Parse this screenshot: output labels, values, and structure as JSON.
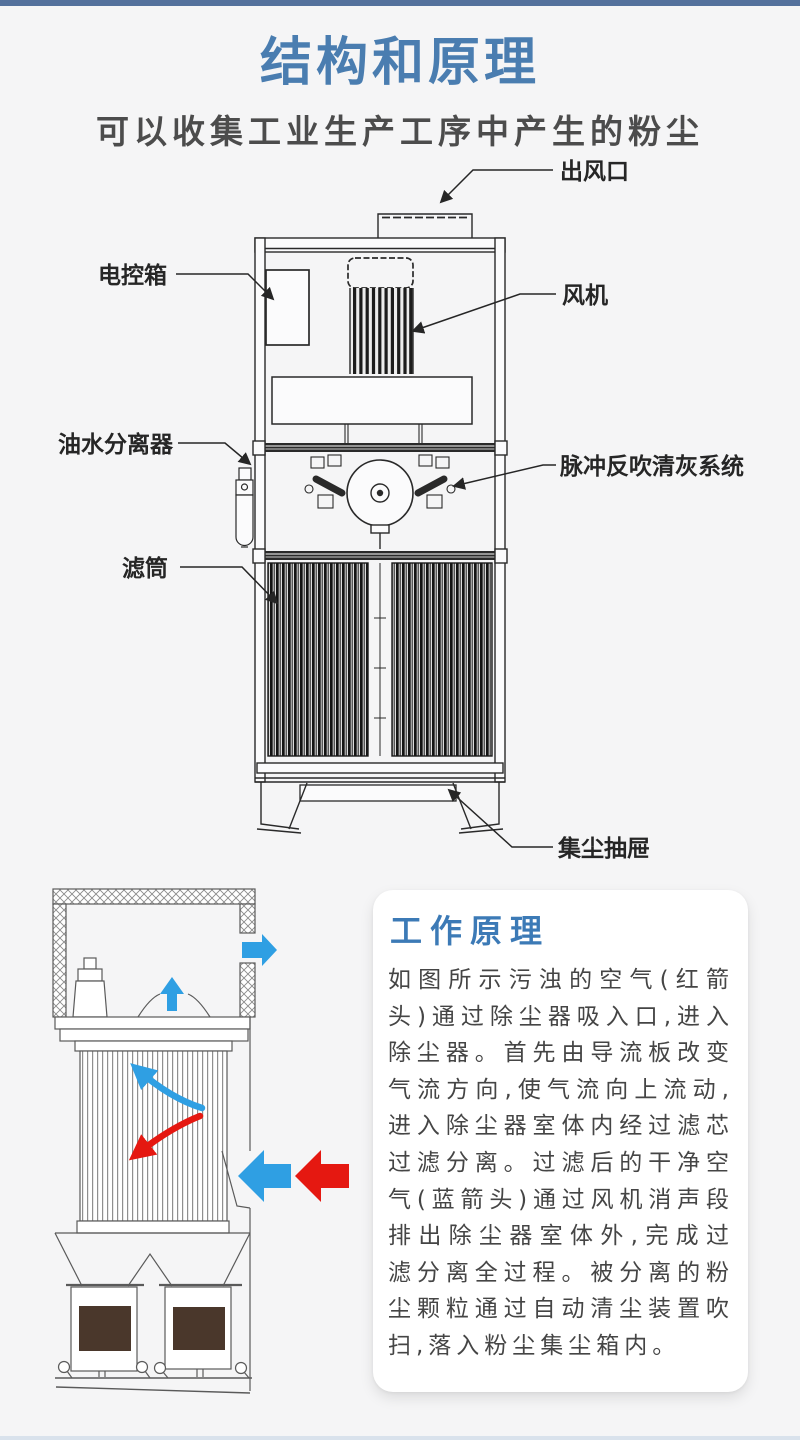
{
  "page": {
    "title": "结构和原理",
    "subtitle": "可以收集工业生产工序中产生的粉尘"
  },
  "diagram": {
    "labels": {
      "outlet": "出风口",
      "control_box": "电控箱",
      "fan": "风机",
      "oil_water_separator": "油水分离器",
      "pulse_cleaning": "脉冲反吹清灰系统",
      "filter_cartridge": "滤筒",
      "dust_drawer": "集尘抽屉"
    }
  },
  "principle": {
    "title": "工作原理",
    "body": "如图所示污浊的空气(红箭头)通过除尘器吸入口,进入除尘器。首先由导流板改变气流方向,使气流向上流动,进入除尘器室体内经过滤芯过滤分离。过滤后的干净空气(蓝箭头)通过风机消声段排出除尘器室体外,完成过滤分离全过程。被分离的粉尘颗粒通过自动清尘装置吹扫,落入粉尘集尘箱内。"
  },
  "colors": {
    "top_border": "#54719c",
    "title_blue": "#4a7db0",
    "clean_air_blue": "#2f9fe3",
    "dirty_air_red": "#e51811",
    "dust_brown": "#4a372b"
  }
}
